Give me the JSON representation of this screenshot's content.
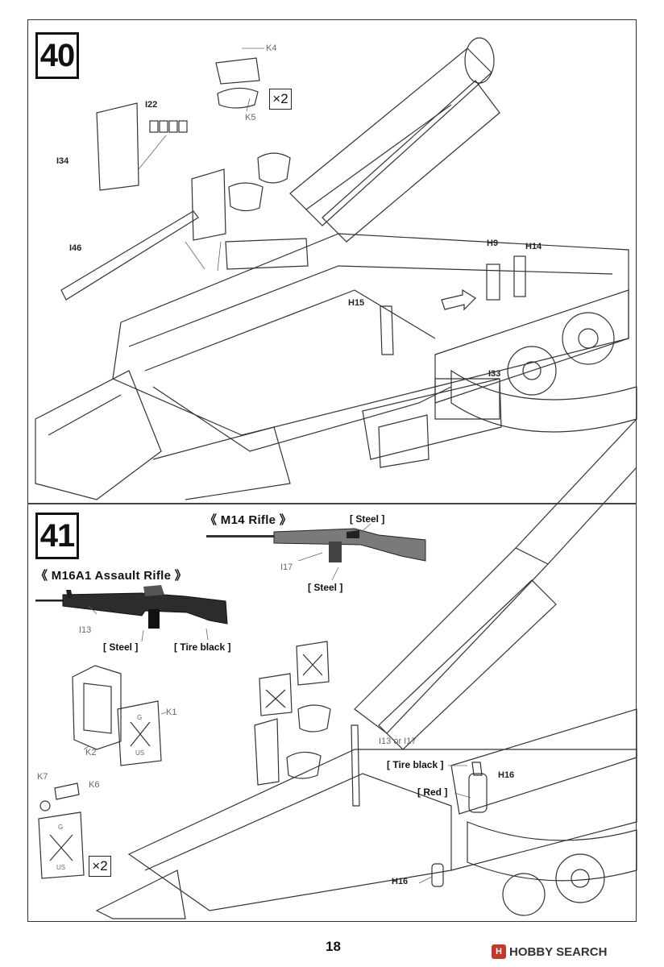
{
  "page": {
    "number": "18"
  },
  "step40": {
    "number": "40",
    "parts": {
      "k4": "K4",
      "k5": "K5",
      "multiplier": "×2",
      "i22": "I22",
      "i34": "I34",
      "i46": "I46",
      "h9": "H9",
      "h14": "H14",
      "h15": "H15",
      "i33": "I33"
    }
  },
  "step41": {
    "number": "41",
    "m14": {
      "title": "《  M14 Rifle  》",
      "part": "I17",
      "paint_top": "[ Steel ]",
      "paint_bottom": "[ Steel ]"
    },
    "m16": {
      "title": "《  M16A1 Assault Rifle  》",
      "part": "I13",
      "paint_steel": "[ Steel ]",
      "paint_tire": "[ Tire black ]"
    },
    "parts": {
      "k1": "K1",
      "k2": "K2",
      "k7": "K7",
      "k6": "K6",
      "multiplier": "×2",
      "i13_or_i17": "I13 or I17",
      "h16": "H16",
      "h16b": "H16",
      "tire_black": "[ Tire black ]",
      "red": "[ Red ]"
    },
    "can_marks": {
      "g": "G",
      "us": "US"
    }
  },
  "watermark": {
    "logo": "H",
    "text": "HOBBY SEARCH"
  }
}
